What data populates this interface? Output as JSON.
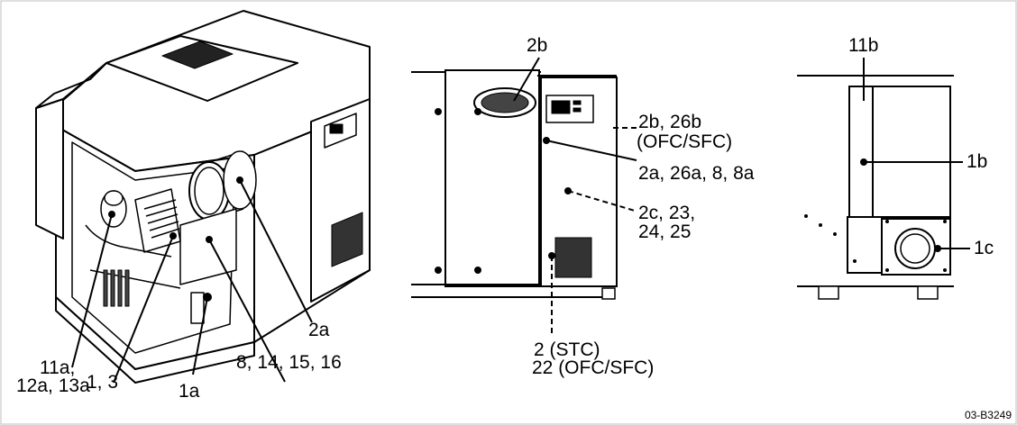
{
  "figure_id": "03-B3249",
  "labels": {
    "left_11a": "11a,",
    "left_12a_13a": "12a, 13a",
    "left_1_3": "1, 3",
    "left_1a": "1a",
    "left_8_14": "8, 14, 15, 16",
    "left_2a": "2a",
    "mid_2b_top": "2b",
    "mid_2b_26b": "2b, 26b",
    "mid_ofc_sfc": "(OFC/SFC)",
    "mid_2a_26a": "2a, 26a, 8, 8a",
    "mid_2c_23": "2c, 23,",
    "mid_24_25": "24, 25",
    "mid_2_stc": "2  (STC)",
    "mid_22_ofc": "22 (OFC/SFC)",
    "right_11b": "11b",
    "right_1b": "1b",
    "right_1c": "1c"
  }
}
